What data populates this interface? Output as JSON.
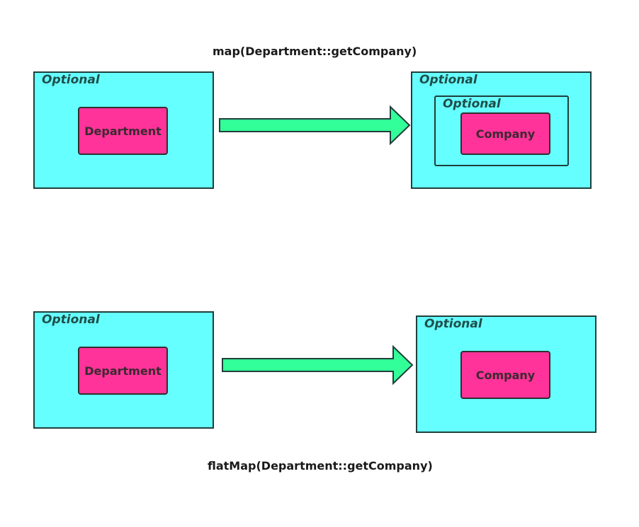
{
  "colors": {
    "optional_fill": "#66ffff",
    "value_fill": "#ff3399",
    "arrow_fill": "#33ff99",
    "border": "#1f3f3c"
  },
  "map_diagram": {
    "caption": "map(Department::getCompany)",
    "source": {
      "optional_label": "Optional",
      "value_label": "Department"
    },
    "result": {
      "outer_optional_label": "Optional",
      "inner_optional_label": "Optional",
      "value_label": "Company"
    }
  },
  "flatmap_diagram": {
    "caption": "flatMap(Department::getCompany)",
    "source": {
      "optional_label": "Optional",
      "value_label": "Department"
    },
    "result": {
      "optional_label": "Optional",
      "value_label": "Company"
    }
  }
}
